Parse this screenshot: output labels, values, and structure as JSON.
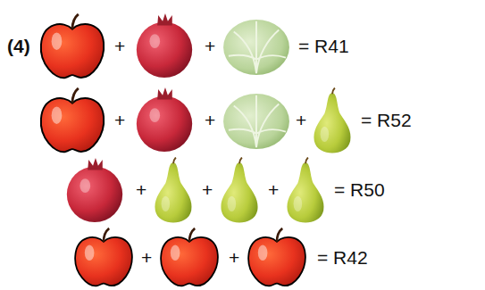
{
  "diagram": {
    "labels": [
      "(4)",
      "+",
      "+",
      "= R41",
      "+",
      "+",
      "+",
      "= R52",
      "+",
      "+",
      "+",
      "= R50",
      "+",
      "+",
      "= R42"
    ]
  }
}
